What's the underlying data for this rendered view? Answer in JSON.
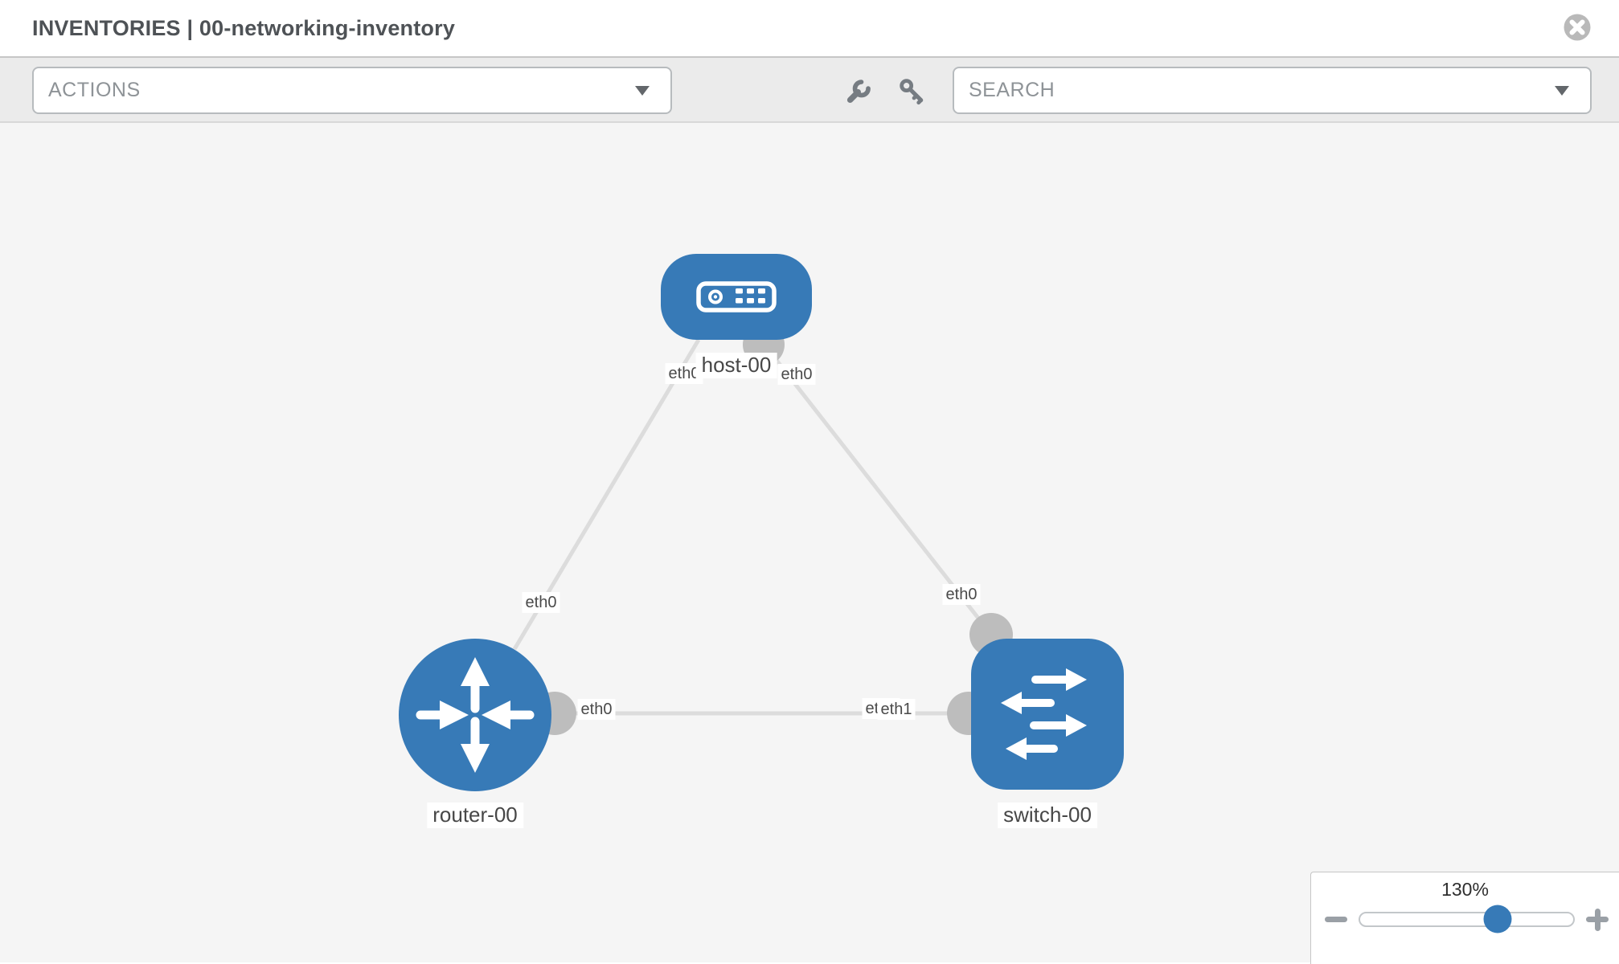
{
  "header": {
    "title": "INVENTORIES | 00-networking-inventory"
  },
  "toolbar": {
    "actions_label": "ACTIONS",
    "search_placeholder": "SEARCH",
    "icon_buttons": [
      "wrench-icon",
      "key-icon"
    ]
  },
  "topology": {
    "nodes": [
      {
        "id": "host-00",
        "label": "host-00",
        "type": "host",
        "shape": "rounded-rect"
      },
      {
        "id": "router-00",
        "label": "router-00",
        "type": "router",
        "shape": "circle"
      },
      {
        "id": "switch-00",
        "label": "switch-00",
        "type": "switch",
        "shape": "rounded-square"
      }
    ],
    "links": [
      {
        "from": "host-00",
        "from_interface": "eth0",
        "to": "router-00",
        "to_interface": "eth0"
      },
      {
        "from": "host-00",
        "from_interface": "eth0",
        "to": "switch-00",
        "to_interface": "eth0"
      },
      {
        "from": "router-00",
        "from_interface": "eth0",
        "to": "switch-00",
        "to_interface": "eth1"
      }
    ],
    "interface_labels": {
      "host_router_host_end": "eth0",
      "host_router_router_end": "eth0",
      "host_switch_host_end": "eth0",
      "host_switch_switch_end": "eth0",
      "router_switch_router_end": "eth0",
      "router_switch_switch_end_back": "eth0",
      "router_switch_switch_end_front": "eth1"
    }
  },
  "zoom_control": {
    "level": "130%",
    "minus_icon": "minus-icon",
    "plus_icon": "plus-icon"
  },
  "colors": {
    "node_blue": "#377ab7",
    "link_gray": "#dcdcdc",
    "connector_gray": "#bdbdbd",
    "toolbar_gray": "#ebebeb",
    "canvas_gray": "#f5f5f5"
  }
}
